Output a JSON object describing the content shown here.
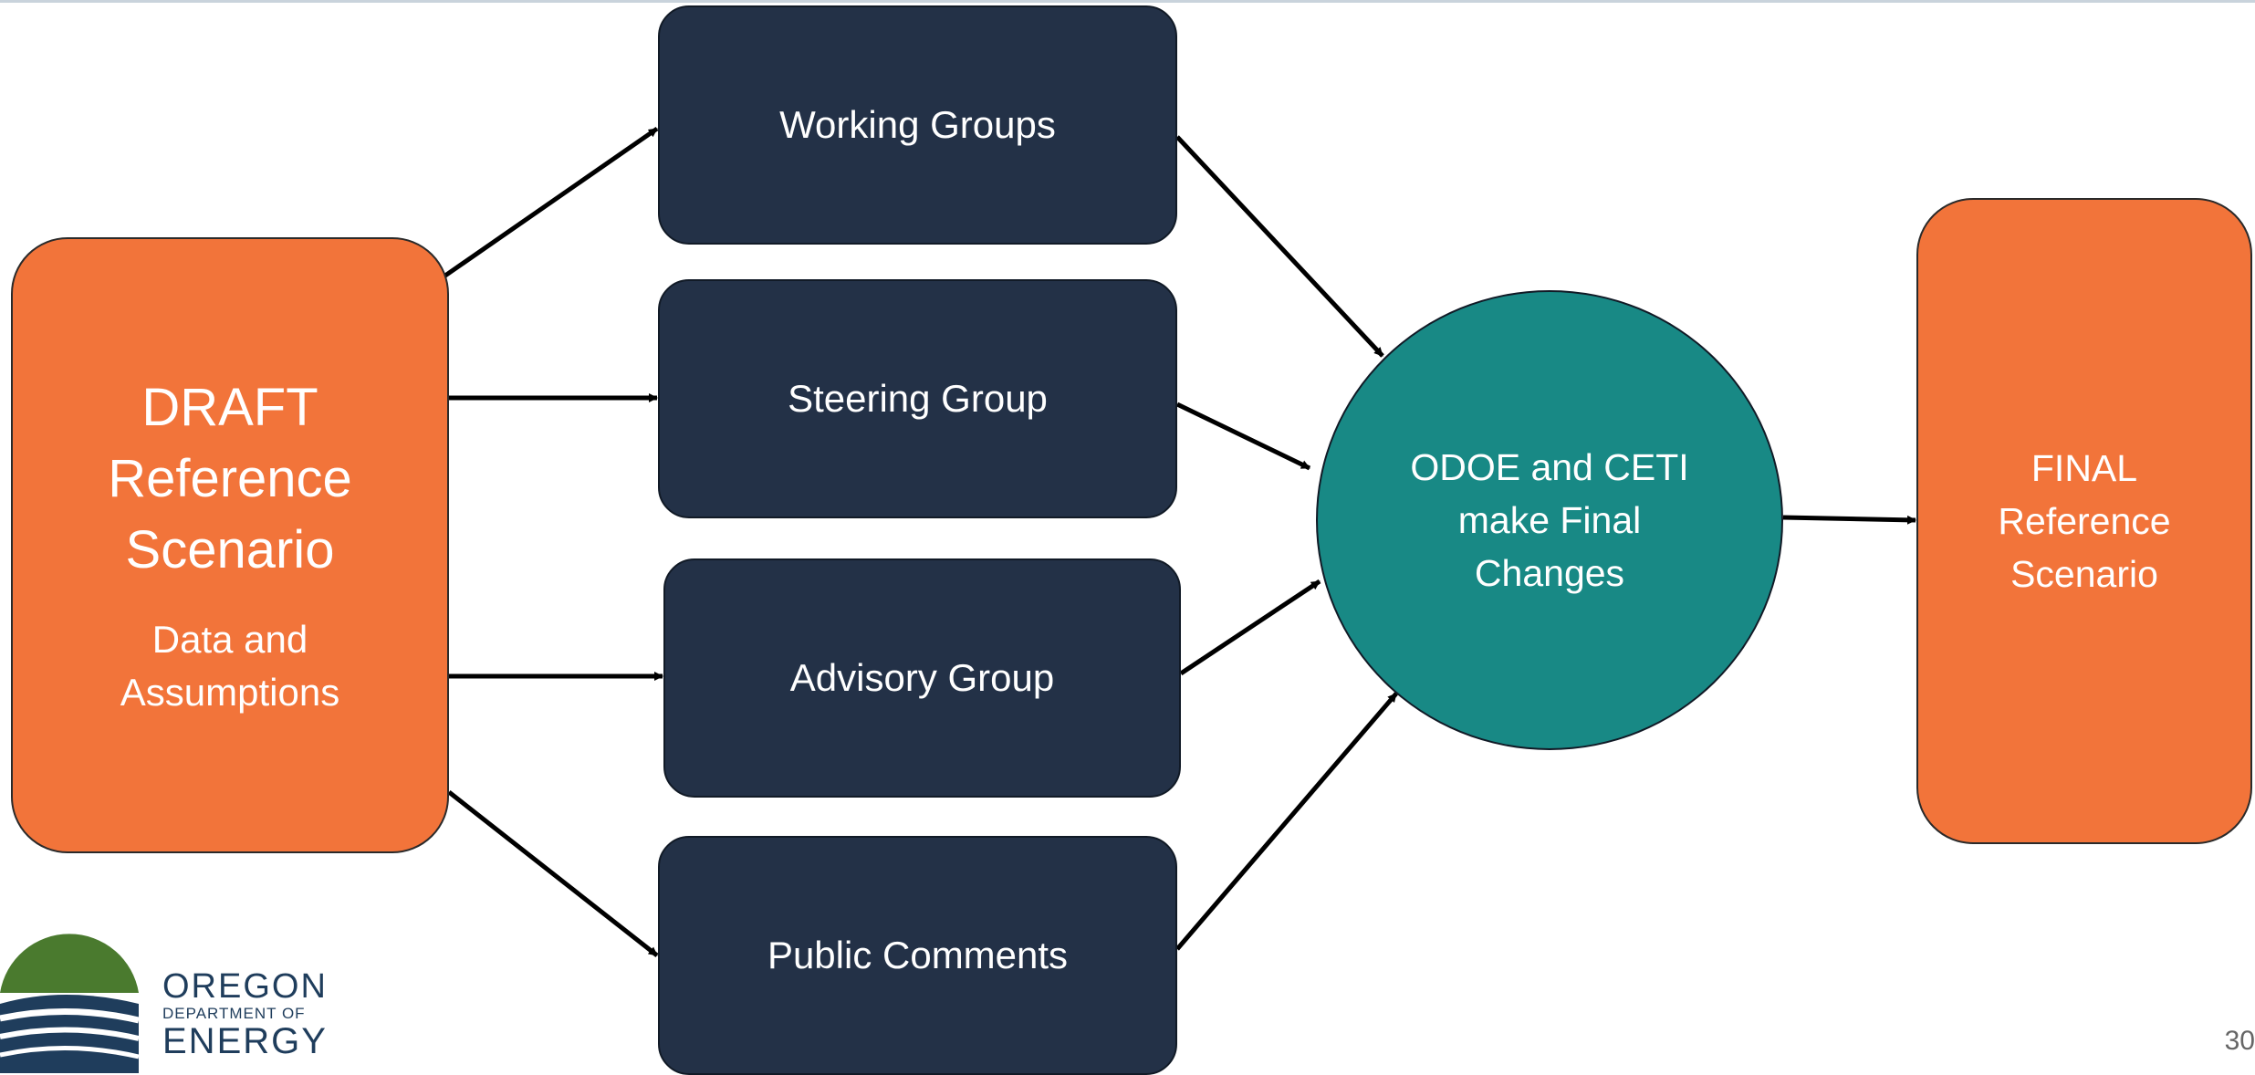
{
  "draft_box": {
    "title_lines": [
      "DRAFT",
      "Reference",
      "Scenario"
    ],
    "subtitle_lines": [
      "Data and",
      "Assumptions"
    ]
  },
  "groups": [
    {
      "label": "Working Groups"
    },
    {
      "label": "Steering Group"
    },
    {
      "label": "Advisory Group"
    },
    {
      "label": "Public Comments"
    }
  ],
  "hub": {
    "lines": [
      "ODOE and CETI",
      "make Final",
      "Changes"
    ]
  },
  "final_box": {
    "lines": [
      "FINAL",
      "Reference",
      "Scenario"
    ]
  },
  "logo": {
    "line1": "OREGON",
    "line2": "DEPARTMENT OF",
    "line3": "ENERGY"
  },
  "page_number": "30",
  "colors": {
    "orange": "#f2743a",
    "navy": "#233147",
    "teal": "#188985",
    "logo_green": "#4a7a2e",
    "logo_blue": "#1f3d5c"
  }
}
